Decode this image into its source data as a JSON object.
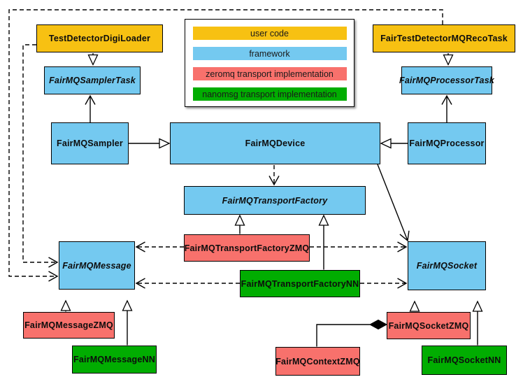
{
  "diagram": {
    "kind": "uml-class-diagram",
    "subject": "FairMQ device / transport class hierarchy"
  },
  "palette": {
    "user_code": "#F7C112",
    "framework": "#74C9F0",
    "zeromq": "#F8716C",
    "nanomsg": "#01AD01",
    "border": "#000000",
    "background": "#FFFFFF"
  },
  "legend": {
    "items": [
      {
        "label": "user code",
        "category": "user_code"
      },
      {
        "label": "framework",
        "category": "framework"
      },
      {
        "label": "zeromq transport implementation",
        "category": "zeromq"
      },
      {
        "label": "nanomsg transport implementation",
        "category": "nanomsg"
      }
    ]
  },
  "nodes": {
    "testDetectorDigiLoader": {
      "label": "TestDetectorDigiLoader",
      "category": "user_code",
      "abstract": false
    },
    "fairTestDetectorMQRecoTask": {
      "label": "FairTestDetectorMQRecoTask",
      "category": "user_code",
      "abstract": false
    },
    "fairMQSamplerTask": {
      "label": "FairMQSamplerTask",
      "category": "framework",
      "abstract": true
    },
    "fairMQProcessorTask": {
      "label": "FairMQProcessorTask",
      "category": "framework",
      "abstract": true
    },
    "fairMQSampler": {
      "label": "FairMQSampler",
      "category": "framework",
      "abstract": false
    },
    "fairMQDevice": {
      "label": "FairMQDevice",
      "category": "framework",
      "abstract": false
    },
    "fairMQProcessor": {
      "label": "FairMQProcessor",
      "category": "framework",
      "abstract": false
    },
    "fairMQTransportFactory": {
      "label": "FairMQTransportFactory",
      "category": "framework",
      "abstract": true
    },
    "fairMQTransportFactoryZMQ": {
      "label": "FairMQTransportFactoryZMQ",
      "category": "zeromq",
      "abstract": false
    },
    "fairMQTransportFactoryNN": {
      "label": "FairMQTransportFactoryNN",
      "category": "nanomsg",
      "abstract": false
    },
    "fairMQMessage": {
      "label": "FairMQMessage",
      "category": "framework",
      "abstract": true
    },
    "fairMQSocket": {
      "label": "FairMQSocket",
      "category": "framework",
      "abstract": true
    },
    "fairMQMessageZMQ": {
      "label": "FairMQMessageZMQ",
      "category": "zeromq",
      "abstract": false
    },
    "fairMQMessageNN": {
      "label": "FairMQMessageNN",
      "category": "nanomsg",
      "abstract": false
    },
    "fairMQSocketZMQ": {
      "label": "FairMQSocketZMQ",
      "category": "zeromq",
      "abstract": false
    },
    "fairMQSocketNN": {
      "label": "FairMQSocketNN",
      "category": "nanomsg",
      "abstract": false
    },
    "fairMQContextZMQ": {
      "label": "FairMQContextZMQ",
      "category": "zeromq",
      "abstract": false
    }
  },
  "edges": [
    {
      "from": "TestDetectorDigiLoader",
      "to": "FairMQSamplerTask",
      "type": "inheritance"
    },
    {
      "from": "FairTestDetectorMQRecoTask",
      "to": "FairMQProcessorTask",
      "type": "inheritance"
    },
    {
      "from": "FairMQSampler",
      "to": "FairMQDevice",
      "type": "inheritance"
    },
    {
      "from": "FairMQProcessor",
      "to": "FairMQDevice",
      "type": "inheritance"
    },
    {
      "from": "FairMQSampler",
      "to": "FairMQSamplerTask",
      "type": "association"
    },
    {
      "from": "FairMQProcessor",
      "to": "FairMQProcessorTask",
      "type": "association"
    },
    {
      "from": "FairMQDevice",
      "to": "FairMQTransportFactory",
      "type": "dependency"
    },
    {
      "from": "FairMQDevice",
      "to": "FairMQSocket",
      "type": "association"
    },
    {
      "from": "FairMQTransportFactoryZMQ",
      "to": "FairMQTransportFactory",
      "type": "inheritance"
    },
    {
      "from": "FairMQTransportFactoryNN",
      "to": "FairMQTransportFactory",
      "type": "inheritance"
    },
    {
      "from": "FairMQTransportFactoryZMQ",
      "to": "FairMQMessage",
      "type": "dependency"
    },
    {
      "from": "FairMQTransportFactoryZMQ",
      "to": "FairMQSocket",
      "type": "dependency"
    },
    {
      "from": "FairMQTransportFactoryNN",
      "to": "FairMQMessage",
      "type": "dependency"
    },
    {
      "from": "FairMQTransportFactoryNN",
      "to": "FairMQSocket",
      "type": "dependency"
    },
    {
      "from": "TestDetectorDigiLoader",
      "to": "FairMQMessage",
      "type": "dependency"
    },
    {
      "from": "FairTestDetectorMQRecoTask",
      "to": "FairMQMessage",
      "type": "dependency"
    },
    {
      "from": "FairMQMessageZMQ",
      "to": "FairMQMessage",
      "type": "inheritance"
    },
    {
      "from": "FairMQMessageNN",
      "to": "FairMQMessage",
      "type": "inheritance"
    },
    {
      "from": "FairMQSocketZMQ",
      "to": "FairMQSocket",
      "type": "inheritance"
    },
    {
      "from": "FairMQSocketNN",
      "to": "FairMQSocket",
      "type": "inheritance"
    },
    {
      "from": "FairMQSocketZMQ",
      "to": "FairMQContextZMQ",
      "type": "aggregation"
    }
  ]
}
